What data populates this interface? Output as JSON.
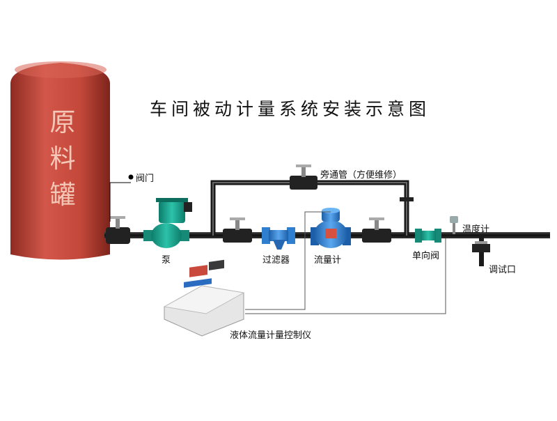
{
  "title": "车间被动计量系统安装示意图",
  "tank": {
    "label": "原料罐"
  },
  "components": {
    "valve_main": "阀门",
    "bypass": "旁通管（方便维修）",
    "pump": "泵",
    "filter": "过滤器",
    "flowmeter": "流量计",
    "check_valve": "单向阀",
    "thermometer": "温度计",
    "debug_port": "调试口",
    "controller": "液体流量计量控制仪"
  },
  "colors": {
    "tank": "#c4483a",
    "tank_dark": "#8f2b22",
    "pump": "#1aa38e",
    "filter": "#2f7fd0",
    "pipe": "#1a1a1a",
    "signal": "#555555"
  }
}
